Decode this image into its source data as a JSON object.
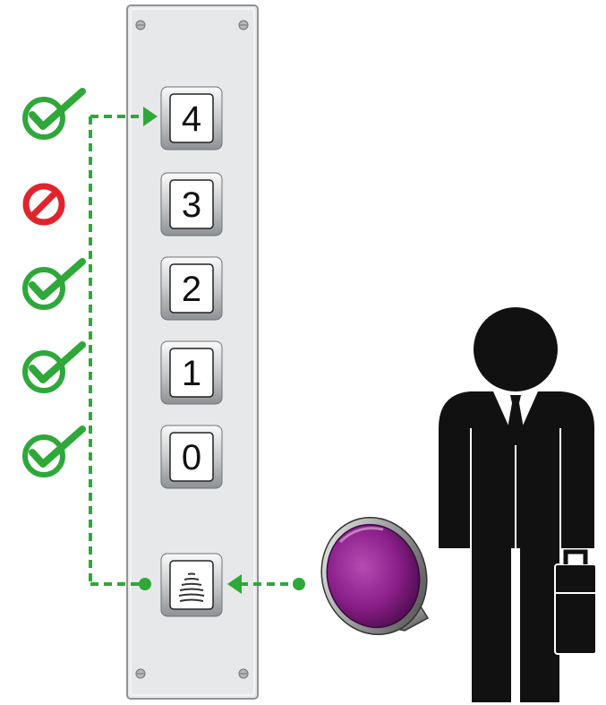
{
  "colors": {
    "panel": "#e7e8e9",
    "panel_edge": "#8f9296",
    "button_face": "#ffffff",
    "access_allowed": "#2fa83a",
    "access_denied": "#e0242b",
    "signal_line": "#2fa83a",
    "fob": "#8b1f8a",
    "person": "#111111"
  },
  "panel": {
    "floor_buttons": [
      {
        "label": "4",
        "access": "allowed",
        "icon": "check-circle-icon"
      },
      {
        "label": "3",
        "access": "denied",
        "icon": "prohibited-icon"
      },
      {
        "label": "2",
        "access": "allowed",
        "icon": "check-circle-icon"
      },
      {
        "label": "1",
        "access": "allowed",
        "icon": "check-circle-icon"
      },
      {
        "label": "0",
        "access": "allowed",
        "icon": "check-circle-icon"
      }
    ],
    "reader_icon": "contactless-reader-icon"
  },
  "fob_icon": "key-fob-icon",
  "person_icon": "businessman-with-briefcase-icon"
}
